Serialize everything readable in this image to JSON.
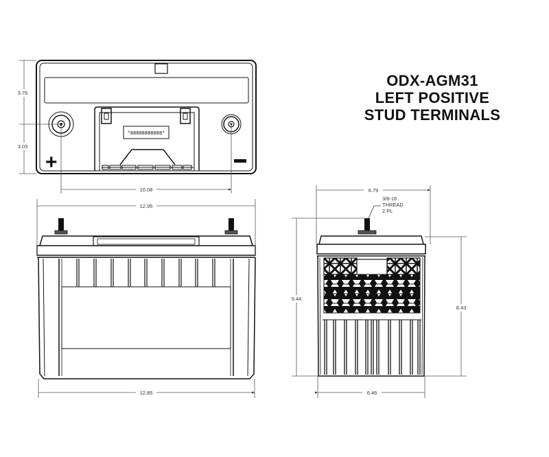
{
  "title": {
    "line1": "ODX-AGM31",
    "line2": "LEFT POSITIVE",
    "line3": "STUD TERMINALS"
  },
  "top_view": {
    "positive_symbol": "+",
    "negative_symbol": "−",
    "dimensions": {
      "upper_height": "3.76",
      "lower_height": "3.03",
      "terminal_spacing": "10.08"
    }
  },
  "side_view": {
    "dimensions": {
      "top_length": "12.95",
      "bottom_length": "12.85"
    }
  },
  "end_view": {
    "callout": [
      "3/8-16",
      "THREAD",
      "2 PL"
    ],
    "dimensions": {
      "top_width": "6.79",
      "bottom_width": "6.46",
      "overall_height": "9.44",
      "case_height": "8.43"
    }
  },
  "colors": {
    "line": "#111111",
    "dimension_line": "#555555",
    "background": "#ffffff"
  }
}
